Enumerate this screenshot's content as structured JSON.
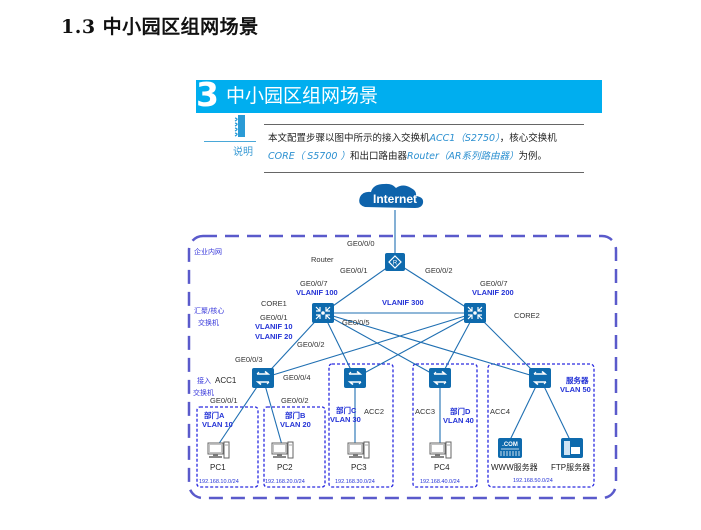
{
  "heading": "1.3 中小园区组网场景",
  "banner": {
    "number": "3",
    "title": "中小园区组网场景",
    "color": "#00aeef"
  },
  "note": {
    "label": "说明",
    "line1_prefix": "本文配置步骤以图中所示的接入交换机",
    "line1_em": "ACC1（S2750）",
    "line1_suffix": "，核心交换机",
    "line2_em1": "CORE（ S5700 ）",
    "line2_mid": "和出口路由器",
    "line2_em2": "Router（AR系列路由器）",
    "line2_suffix": "为例。"
  },
  "diagram": {
    "internet": "Internet",
    "zones": {
      "enterprise": "企业内网",
      "core_line1": "汇聚/核心",
      "core_line2": "交换机",
      "access_line1": "接入",
      "access_line2": "交换机"
    },
    "router": {
      "name": "Router",
      "ge000": "GE0/0/0",
      "ge001": "GE0/0/1",
      "ge002": "GE0/0/2"
    },
    "core1": {
      "name": "CORE1",
      "up_port": "GE0/0/7",
      "up_vlan": "VLANIF 100",
      "down_port": "GE0/0/1",
      "vlan10": "VLANIF 10",
      "vlan20": "VLANIF 20",
      "ge005": "GE0/0/5",
      "ge002": "GE0/0/2"
    },
    "core2": {
      "name": "CORE2",
      "up_port": "GE0/0/7",
      "up_vlan": "VLANIF 200"
    },
    "interlink": "VLANIF 300",
    "acc1": {
      "name": "ACC1",
      "ge003": "GE0/0/3",
      "ge004": "GE0/0/4",
      "ge001": "GE0/0/1",
      "ge002": "GE0/0/2"
    },
    "acc2": {
      "name": "ACC2"
    },
    "acc3": {
      "name": "ACC3"
    },
    "acc4": {
      "name": "ACC4"
    },
    "deptA": {
      "name": "部门A",
      "vlan": "VLAN 10",
      "pc": "PC1",
      "subnet": "192.168.10.0/24"
    },
    "deptB": {
      "name": "部门B",
      "vlan": "VLAN 20",
      "pc": "PC2",
      "subnet": "192.168.20.0/24"
    },
    "deptC": {
      "name": "部门C",
      "vlan": "VLAN 30",
      "pc": "PC3",
      "subnet": "192.168.30.0/24"
    },
    "deptD": {
      "name": "部门D",
      "vlan": "VLAN 40",
      "pc": "PC4",
      "subnet": "192.168.40.0/24"
    },
    "servers": {
      "name": "服务器",
      "vlan": "VLAN 50",
      "www": "WWW服务器",
      "ftp": "FTP服务器",
      "com": ".COM",
      "subnet": "192.168.50.0/24"
    },
    "colors": {
      "device": "#0e6aad",
      "link": "#1f6fb2",
      "vlan": "#2433d6",
      "zone_border": "#5a5acb",
      "dept_border": "#2a2ae0"
    }
  }
}
